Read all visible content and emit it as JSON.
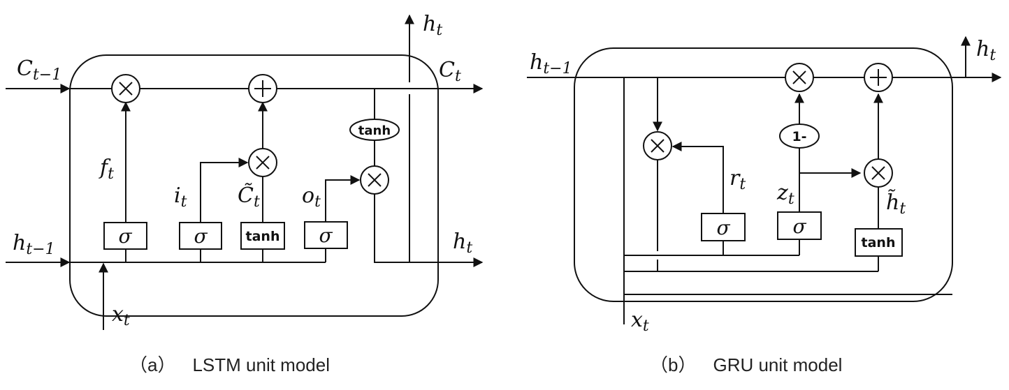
{
  "lstm": {
    "caption_prefix": "（a）",
    "caption": "LSTM unit model",
    "labels": {
      "c_prev": "C",
      "c_prev_sub": "t−1",
      "c_out": "C",
      "c_out_sub": "t",
      "h_prev": "h",
      "h_prev_sub": "t−1",
      "h_out_top": "h",
      "h_out_top_sub": "t",
      "h_out_right": "h",
      "h_out_right_sub": "t",
      "x_in": "x",
      "x_in_sub": "t",
      "forget": "f",
      "forget_sub": "t",
      "input": "i",
      "input_sub": "t",
      "candidate": "C̃",
      "candidate_sub": "t",
      "output": "o",
      "output_sub": "t"
    },
    "gates": [
      "σ",
      "σ",
      "tanh",
      "σ"
    ],
    "cell_tanh": "tanh",
    "ops": {
      "multiply": "×",
      "add": "+"
    }
  },
  "gru": {
    "caption_prefix": "（b）",
    "caption": "GRU unit model",
    "labels": {
      "h_prev": "h",
      "h_prev_sub": "t−1",
      "h_out": "h",
      "h_out_sub": "t",
      "x_in": "x",
      "x_in_sub": "t",
      "reset": "r",
      "reset_sub": "t",
      "update": "z",
      "update_sub": "t",
      "candidate": "h̃",
      "candidate_sub": "t"
    },
    "gates": [
      "σ",
      "σ",
      "tanh"
    ],
    "one_minus": "1-",
    "ops": {
      "multiply": "×",
      "add": "+"
    }
  }
}
